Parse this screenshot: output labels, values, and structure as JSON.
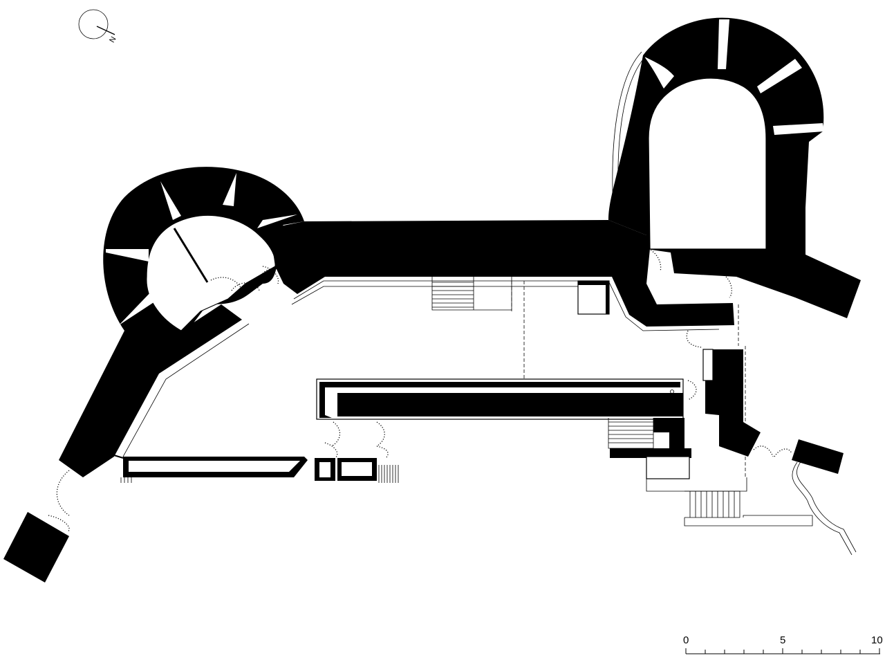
{
  "north_arrow": {
    "label": "N"
  },
  "scale_bar": {
    "labels": [
      "0",
      "5",
      "10"
    ]
  },
  "colors": {
    "wall": "#000000",
    "background": "#ffffff"
  }
}
